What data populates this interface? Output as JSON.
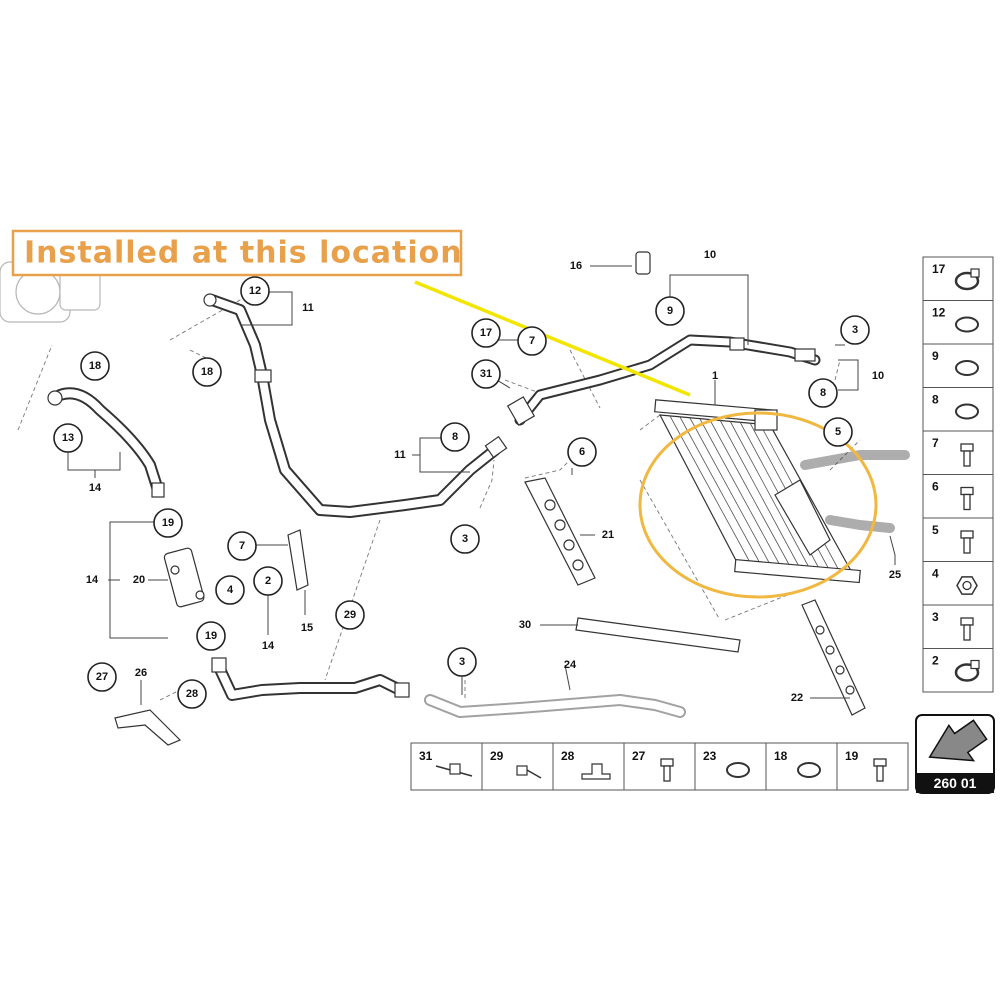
{
  "annotation": {
    "banner_text": "Installed at this location",
    "banner_color": "#e8a04a",
    "pointer_color": "#f2e600",
    "highlight_color": "#f0b840"
  },
  "diagram_code": "260 01",
  "callouts": {
    "c16": "16",
    "c10": "10",
    "c9": "9",
    "c3a": "3",
    "c10b": "10",
    "c8a": "8",
    "c12": "12",
    "c11a": "11",
    "c18a": "18",
    "c17": "17",
    "c7a": "7",
    "c31": "31",
    "c1": "1",
    "c18b": "18",
    "c13": "13",
    "c14a": "14",
    "c11b": "11",
    "c8b": "8",
    "c6": "6",
    "c3b": "3",
    "c21": "21",
    "c5": "5",
    "c25": "25",
    "c19a": "19",
    "c14b": "14",
    "c20": "20",
    "c7b": "7",
    "c4": "4",
    "c2": "2",
    "c15": "15",
    "c19b": "19",
    "c29": "29",
    "c14c": "14",
    "c30": "30",
    "c22": "22",
    "c27": "27",
    "c26": "26",
    "c28": "28",
    "c3c": "3",
    "c24": "24"
  },
  "legend_side": [
    {
      "num": "17",
      "icon": "hose-clamp-icon"
    },
    {
      "num": "12",
      "icon": "o-ring-icon"
    },
    {
      "num": "9",
      "icon": "o-ring-icon"
    },
    {
      "num": "8",
      "icon": "o-ring-icon"
    },
    {
      "num": "7",
      "icon": "bolt-icon"
    },
    {
      "num": "6",
      "icon": "bolt-icon"
    },
    {
      "num": "5",
      "icon": "bolt-icon"
    },
    {
      "num": "4",
      "icon": "hex-nut-icon"
    },
    {
      "num": "3",
      "icon": "bolt-icon"
    },
    {
      "num": "2",
      "icon": "hose-clamp-icon"
    }
  ],
  "legend_bottom": [
    {
      "num": "31",
      "icon": "cable-tie-mount-icon"
    },
    {
      "num": "29",
      "icon": "cable-tie-icon"
    },
    {
      "num": "28",
      "icon": "clip-icon"
    },
    {
      "num": "27",
      "icon": "bolt-icon"
    },
    {
      "num": "23",
      "icon": "o-ring-icon"
    },
    {
      "num": "18",
      "icon": "o-ring-icon"
    },
    {
      "num": "19",
      "icon": "bolt-icon"
    }
  ]
}
